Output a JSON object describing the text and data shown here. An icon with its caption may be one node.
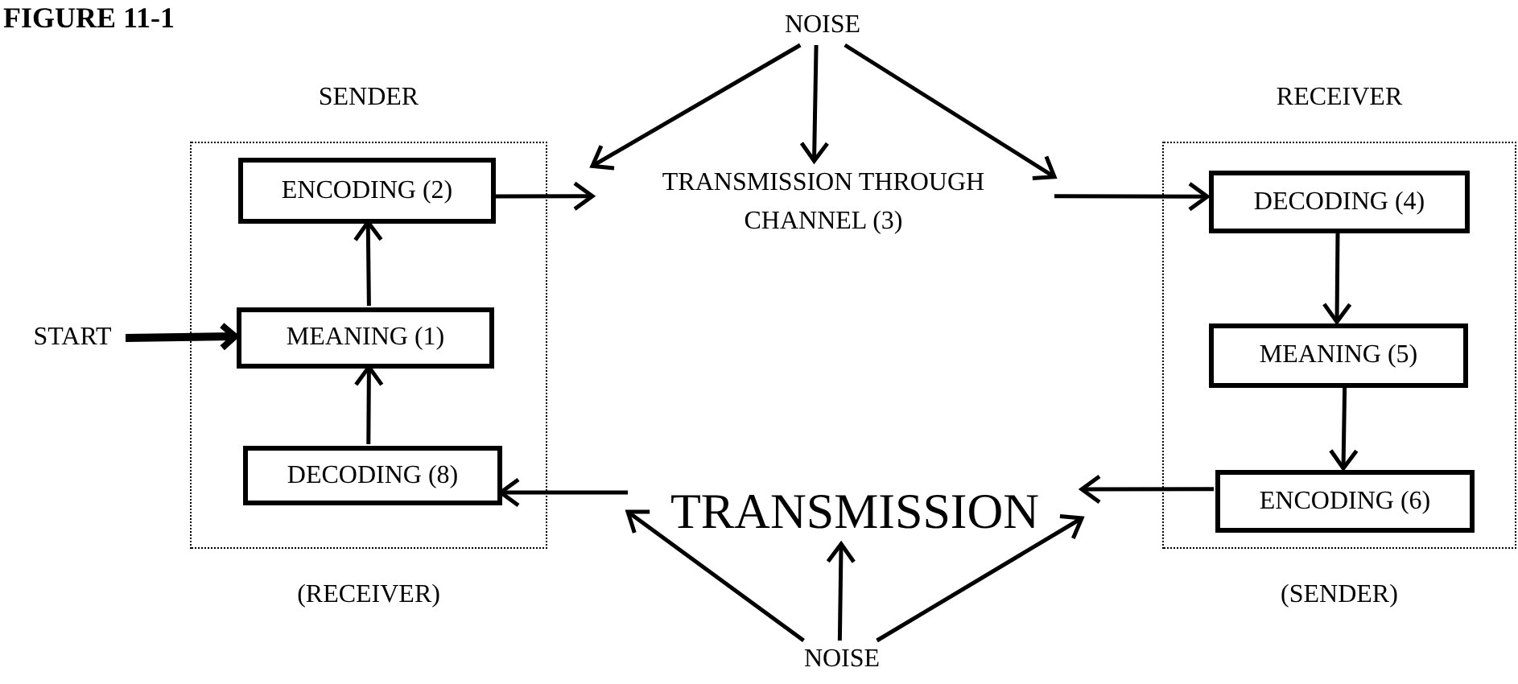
{
  "diagram": {
    "title": "FIGURE 11-1",
    "nodes": [
      {
        "text": [
          "SENDER",
          "(RECEIVER)"
        ]
      },
      {
        "text": [
          "ENCODING (2)"
        ],
        "in": 0
      },
      {
        "text": [
          "MEANING (1)"
        ],
        "in": 0
      },
      {
        "text": [
          "DECODING (8)"
        ],
        "in": 0
      },
      {
        "text": [
          "RECEIVER",
          "(SENDER)"
        ]
      },
      {
        "text": [
          "DECODING (4)"
        ],
        "in": 4
      },
      {
        "text": [
          "MEANING (5)"
        ],
        "in": 4
      },
      {
        "text": [
          "ENCODING (6)"
        ],
        "in": 4
      },
      {
        "text": [
          "START"
        ]
      },
      {
        "text": [
          "NOISE"
        ]
      },
      {
        "text": [
          "TRANSMISSION THROUGH CHANNEL (3)"
        ]
      },
      {
        "text": [
          "TRANSMISSION"
        ]
      },
      {
        "text": [
          "NOISE"
        ]
      }
    ],
    "edges": [
      {
        "from": 8,
        "to": 2,
        "arrow": "to",
        "style": "thick"
      },
      {
        "from": 2,
        "to": 1,
        "arrow": "to"
      },
      {
        "from": 3,
        "to": 2,
        "arrow": "to"
      },
      {
        "from": 1,
        "to": 10,
        "arrow": "to"
      },
      {
        "from": 9,
        "to": 10,
        "arrow": "to"
      },
      {
        "from": 9,
        "to": 10,
        "arrow": "to"
      },
      {
        "from": 9,
        "to": 10,
        "arrow": "to"
      },
      {
        "from": 10,
        "to": 5,
        "arrow": "to"
      },
      {
        "from": 5,
        "to": 6,
        "arrow": "to"
      },
      {
        "from": 6,
        "to": 7,
        "arrow": "to"
      },
      {
        "from": 7,
        "to": 11,
        "arrow": "to"
      },
      {
        "from": 11,
        "to": 3,
        "arrow": "to"
      },
      {
        "from": 12,
        "to": 11,
        "arrow": "to"
      },
      {
        "from": 12,
        "to": 11,
        "arrow": "to"
      },
      {
        "from": 12,
        "to": 11,
        "arrow": "to"
      }
    ]
  }
}
